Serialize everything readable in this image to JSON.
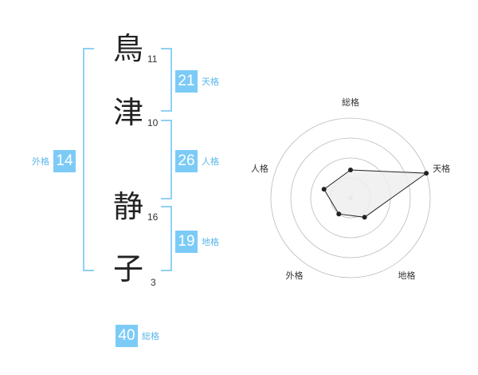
{
  "name": {
    "characters": [
      {
        "char": "鳥",
        "strokes": "11"
      },
      {
        "char": "津",
        "strokes": "10"
      },
      {
        "char": "静",
        "strokes": "16"
      },
      {
        "char": "子",
        "strokes": "3"
      }
    ]
  },
  "fortunes": {
    "tenkaku": {
      "value": "21",
      "label": "天格"
    },
    "jinkaku": {
      "value": "26",
      "label": "人格"
    },
    "chikaku": {
      "value": "19",
      "label": "地格"
    },
    "gaikaku": {
      "value": "14",
      "label": "外格"
    },
    "soukaku": {
      "value": "40",
      "label": "総格"
    }
  },
  "radar": {
    "axes": [
      "総格",
      "天格",
      "地格",
      "外格",
      "人格"
    ],
    "levels": 4,
    "max": 4,
    "values": [
      1.4,
      4,
      1.2,
      1,
      1.4
    ],
    "fill_color": "#eeeeee",
    "line_color": "#222222",
    "ring_color": "#bbbbbb"
  },
  "colors": {
    "accent": "#7ccbf7",
    "label": "#5bb7ea",
    "bracket": "#8fd0f5"
  }
}
